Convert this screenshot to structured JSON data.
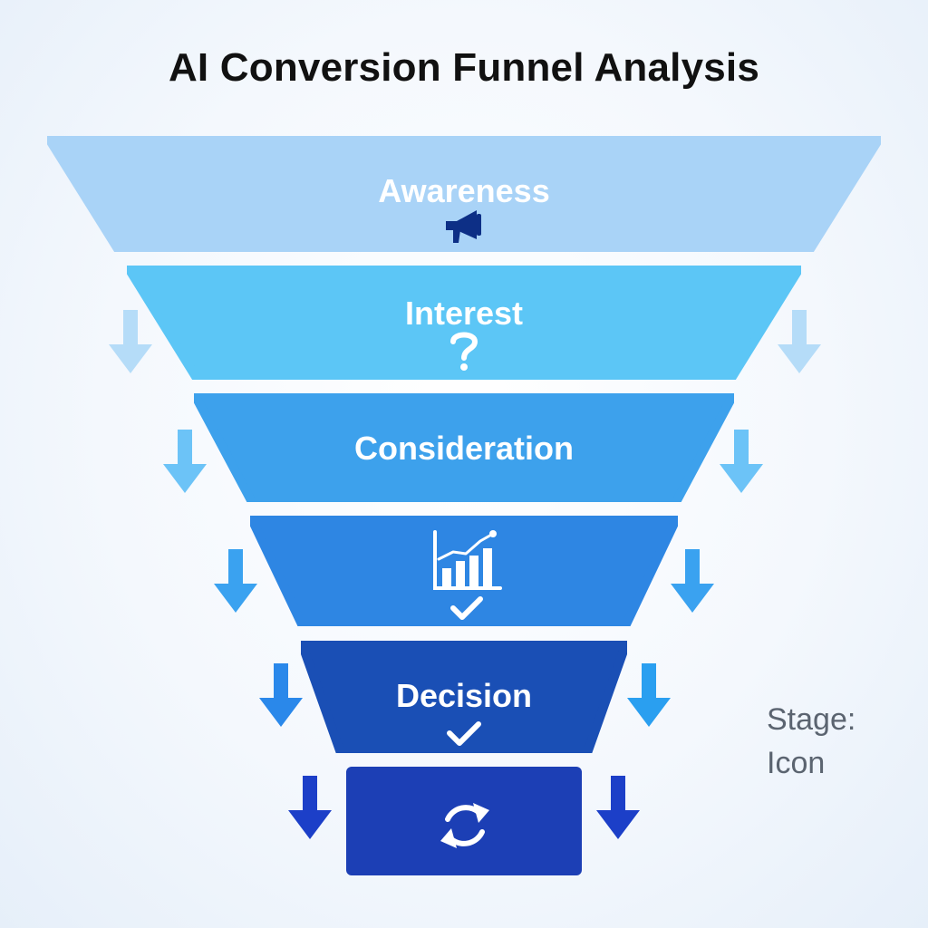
{
  "title": "AI Conversion Funnel Analysis",
  "stages": [
    {
      "label": "Awareness",
      "icon": "megaphone-icon",
      "color": "#a9d3f7"
    },
    {
      "label": "Interest",
      "icon": "question-mark-icon",
      "color": "#5cc6f6"
    },
    {
      "label": "Consideration",
      "icon": "",
      "color": "#3da1ec"
    },
    {
      "label": "",
      "icon": "bar-chart-check-icon",
      "color": "#2e86e3"
    },
    {
      "label": "Decision",
      "icon": "checkmark-icon",
      "color": "#1a4fb5"
    },
    {
      "label": "",
      "icon": "refresh-icon",
      "color": "#1c3fb5"
    }
  ],
  "side_note": {
    "line1": "Stage:",
    "line2": "Icon"
  },
  "colors": {
    "title": "#111111",
    "side_note": "#5b6470",
    "arrow_light": "#5ab6f5",
    "arrow_dark": "#1c3fc8"
  }
}
